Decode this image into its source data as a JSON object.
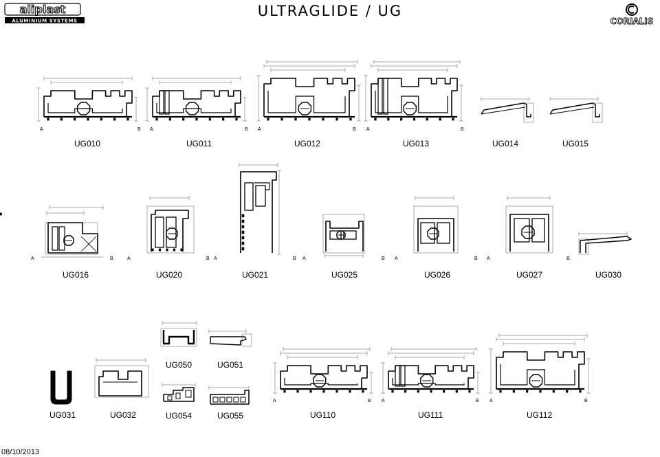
{
  "header": {
    "title": "ULTRAGLIDE / UG",
    "brand_left": "aliplast",
    "brand_left_sub": "ALUMINIUM SYSTEMS",
    "brand_right": "CORIALIS"
  },
  "profiles": [
    {
      "code": "UG010",
      "a": "A",
      "b": "B"
    },
    {
      "code": "UG011",
      "a": "A",
      "b": "B"
    },
    {
      "code": "UG012",
      "a": "A",
      "b": "B"
    },
    {
      "code": "UG013",
      "a": "A",
      "b": "B"
    },
    {
      "code": "UG014"
    },
    {
      "code": "UG015"
    },
    {
      "code": "UG016",
      "a": "A",
      "b": "B"
    },
    {
      "code": "UG020",
      "a": "A",
      "b": "B"
    },
    {
      "code": "UG021",
      "a": "A",
      "b": "B"
    },
    {
      "code": "UG025",
      "a": "A",
      "b": "B"
    },
    {
      "code": "UG026",
      "a": "A",
      "b": "B"
    },
    {
      "code": "UG027",
      "a": "A",
      "b": "B"
    },
    {
      "code": "UG030"
    },
    {
      "code": "UG031"
    },
    {
      "code": "UG032"
    },
    {
      "code": "UG050"
    },
    {
      "code": "UG051"
    },
    {
      "code": "UG054"
    },
    {
      "code": "UG055"
    },
    {
      "code": "UG110",
      "a": "A",
      "b": "B"
    },
    {
      "code": "UG111",
      "a": "A",
      "b": "B"
    },
    {
      "code": "UG112",
      "a": "A",
      "b": "B"
    }
  ],
  "footer": {
    "date": "08/10/2013"
  },
  "colors": {
    "ink": "#000000",
    "dimension": "#555555",
    "paper": "#ffffff"
  }
}
